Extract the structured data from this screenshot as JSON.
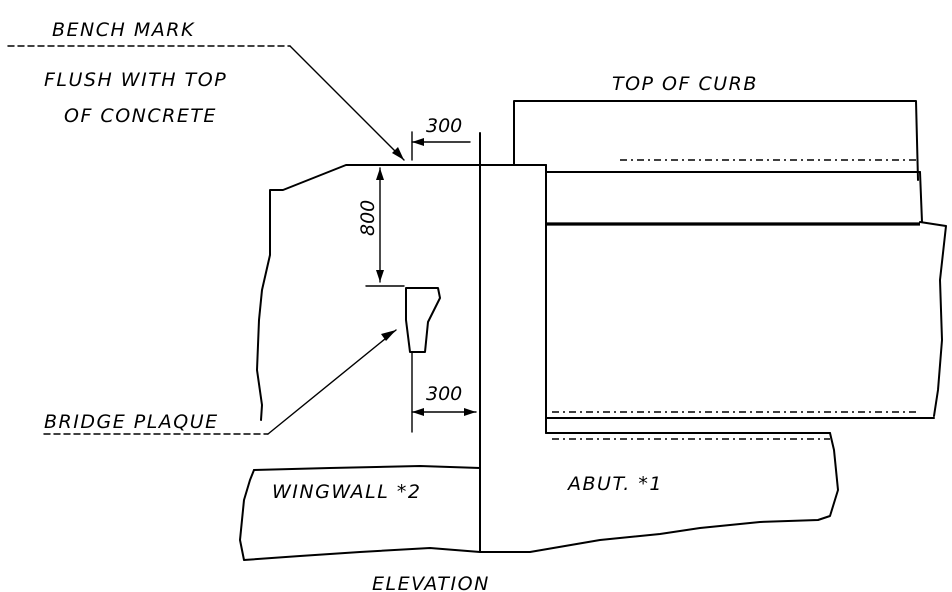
{
  "labels": {
    "bench_mark": "BENCH MARK",
    "flush_line1": "FLUSH WITH TOP",
    "flush_line2": "OF CONCRETE",
    "top_of_curb": "TOP OF CURB",
    "bridge_plaque": "BRIDGE PLAQUE",
    "wingwall": "WINGWALL *2",
    "abutment": "ABUT. *1",
    "view_caption": "ELEVATION"
  },
  "dimensions": {
    "top_offset": "300",
    "vertical_drop": "800",
    "plaque_offset": "300"
  },
  "colors": {
    "ink": "#000000",
    "paper": "#ffffff"
  }
}
